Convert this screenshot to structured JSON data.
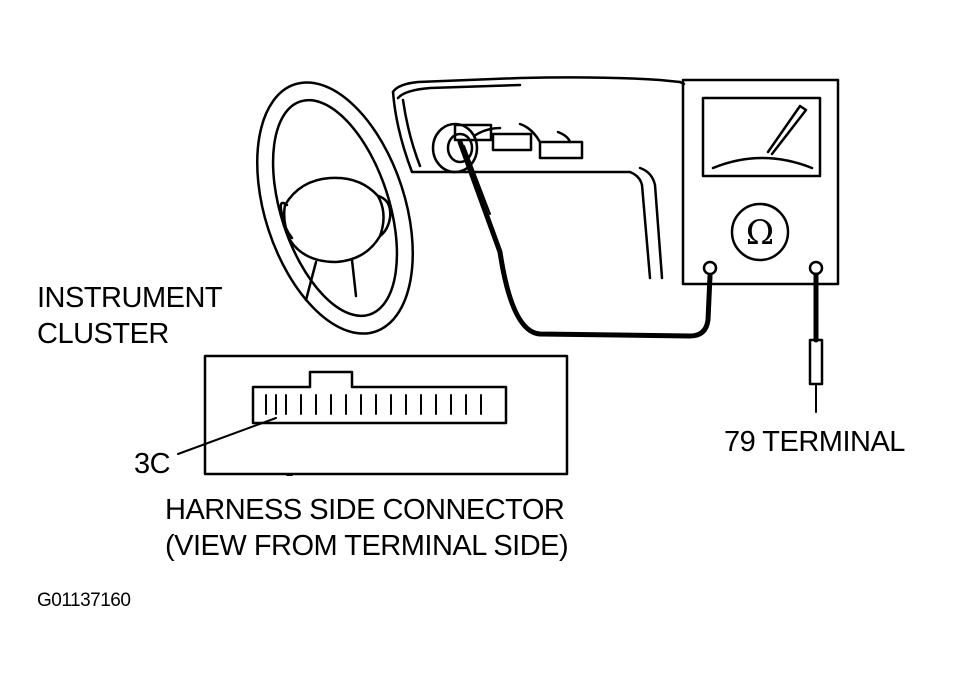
{
  "labels": {
    "instrument_line1": "INSTRUMENT",
    "instrument_line2": "CLUSTER",
    "pin_label": "3C",
    "terminal_label": "79 TERMINAL",
    "harness_line1": "HARNESS SIDE CONNECTOR",
    "harness_line2": "(VIEW FROM TERMINAL SIDE)",
    "figure_id": "G01137160"
  },
  "meter": {
    "symbol": "Ω",
    "icon": "ohmmeter-icon"
  },
  "colors": {
    "ink": "#000000",
    "paper": "#ffffff"
  }
}
